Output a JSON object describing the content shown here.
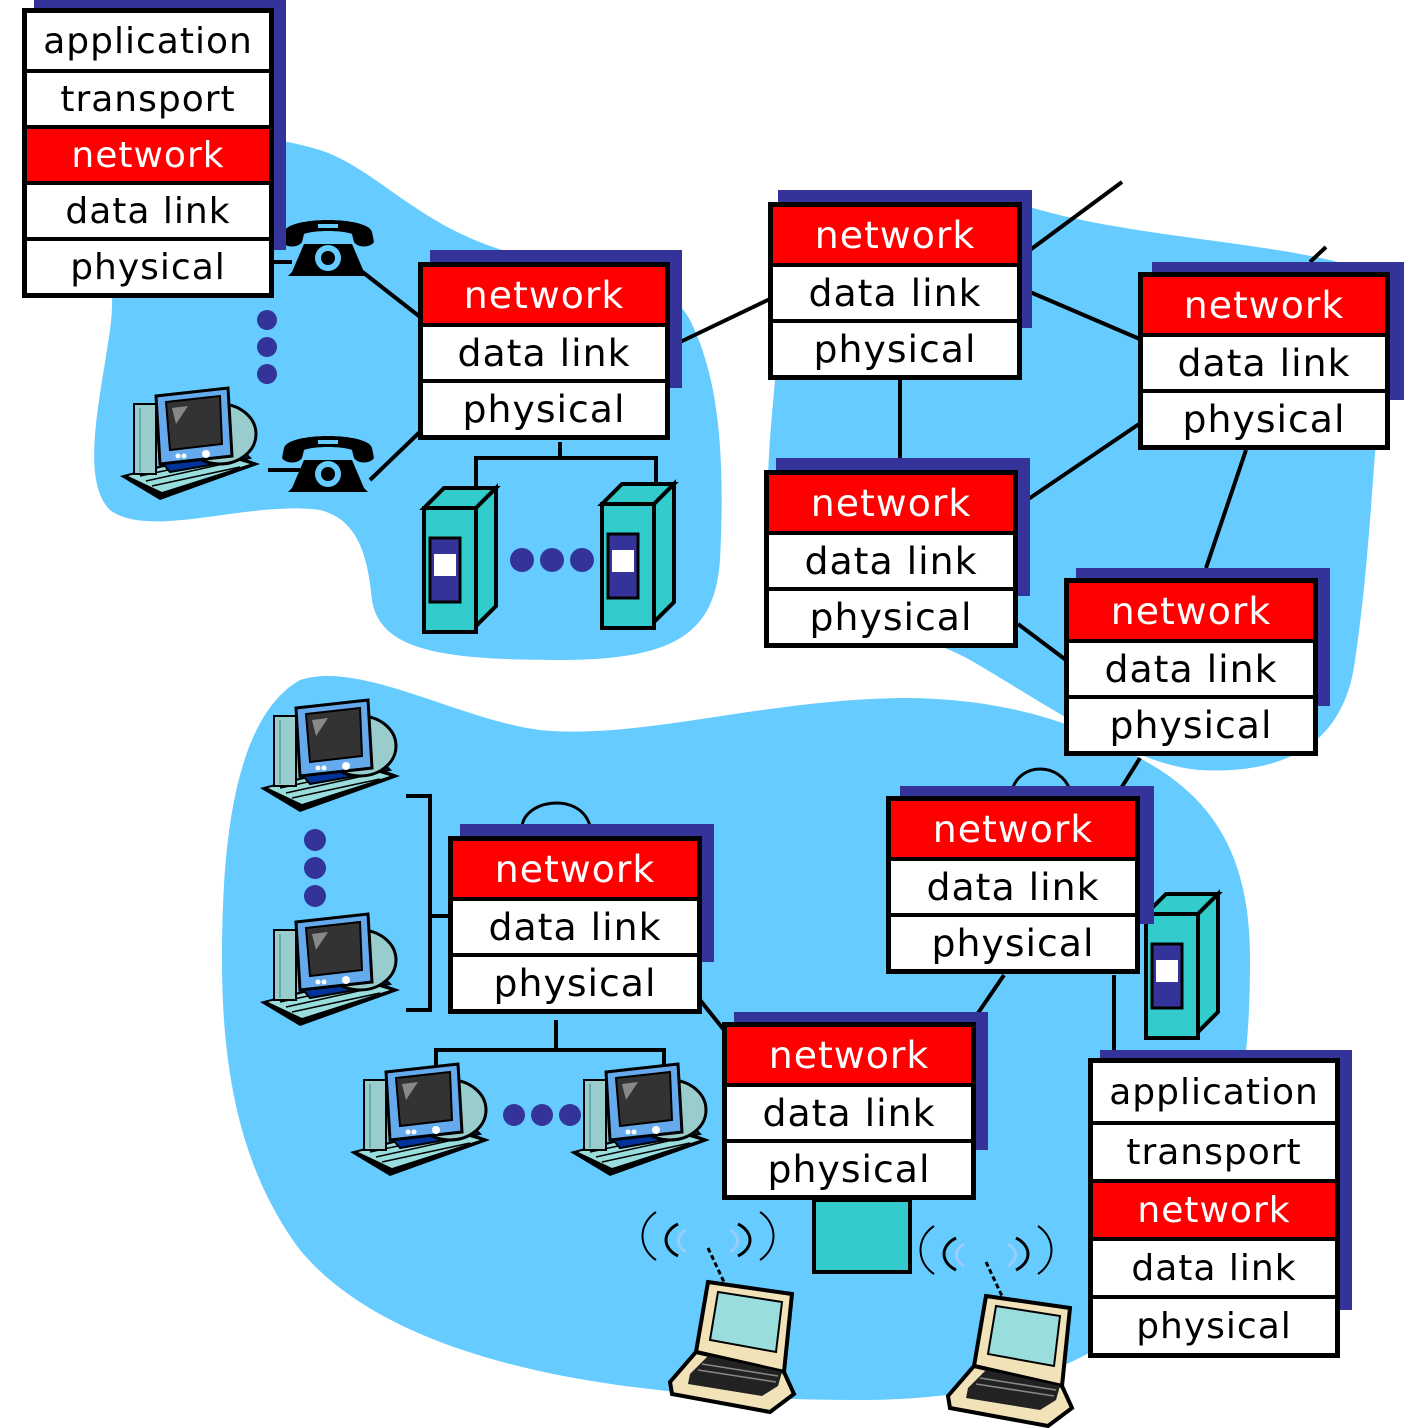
{
  "diagram": {
    "title": "Network layer in every host and router",
    "colors": {
      "cloud": "#66ccff",
      "network_layer": "#ff0000",
      "shadow": "#333399",
      "server": "#33cccc",
      "dots": "#333399"
    },
    "end_hosts": [
      {
        "id": "sending-host",
        "layers": [
          "application",
          "transport",
          "network",
          "data link",
          "physical"
        ]
      },
      {
        "id": "receiving-host",
        "layers": [
          "application",
          "transport",
          "network",
          "data link",
          "physical"
        ]
      }
    ],
    "routers": [
      {
        "id": "router-isp-left",
        "layers": [
          "network",
          "data link",
          "physical"
        ]
      },
      {
        "id": "router-core-top",
        "layers": [
          "network",
          "data link",
          "physical"
        ]
      },
      {
        "id": "router-core-right",
        "layers": [
          "network",
          "data link",
          "physical"
        ]
      },
      {
        "id": "router-core-middle",
        "layers": [
          "network",
          "data link",
          "physical"
        ]
      },
      {
        "id": "router-core-bottom",
        "layers": [
          "network",
          "data link",
          "physical"
        ]
      },
      {
        "id": "router-enterprise-right",
        "layers": [
          "network",
          "data link",
          "physical"
        ]
      },
      {
        "id": "router-enterprise-left",
        "layers": [
          "network",
          "data link",
          "physical"
        ]
      },
      {
        "id": "router-wireless",
        "layers": [
          "network",
          "data link",
          "physical"
        ]
      }
    ],
    "icons": [
      "telephone-icon",
      "desktop-computer-icon",
      "server-icon",
      "laptop-icon",
      "wireless-signal-icon",
      "ellipsis-dots-icon"
    ]
  }
}
